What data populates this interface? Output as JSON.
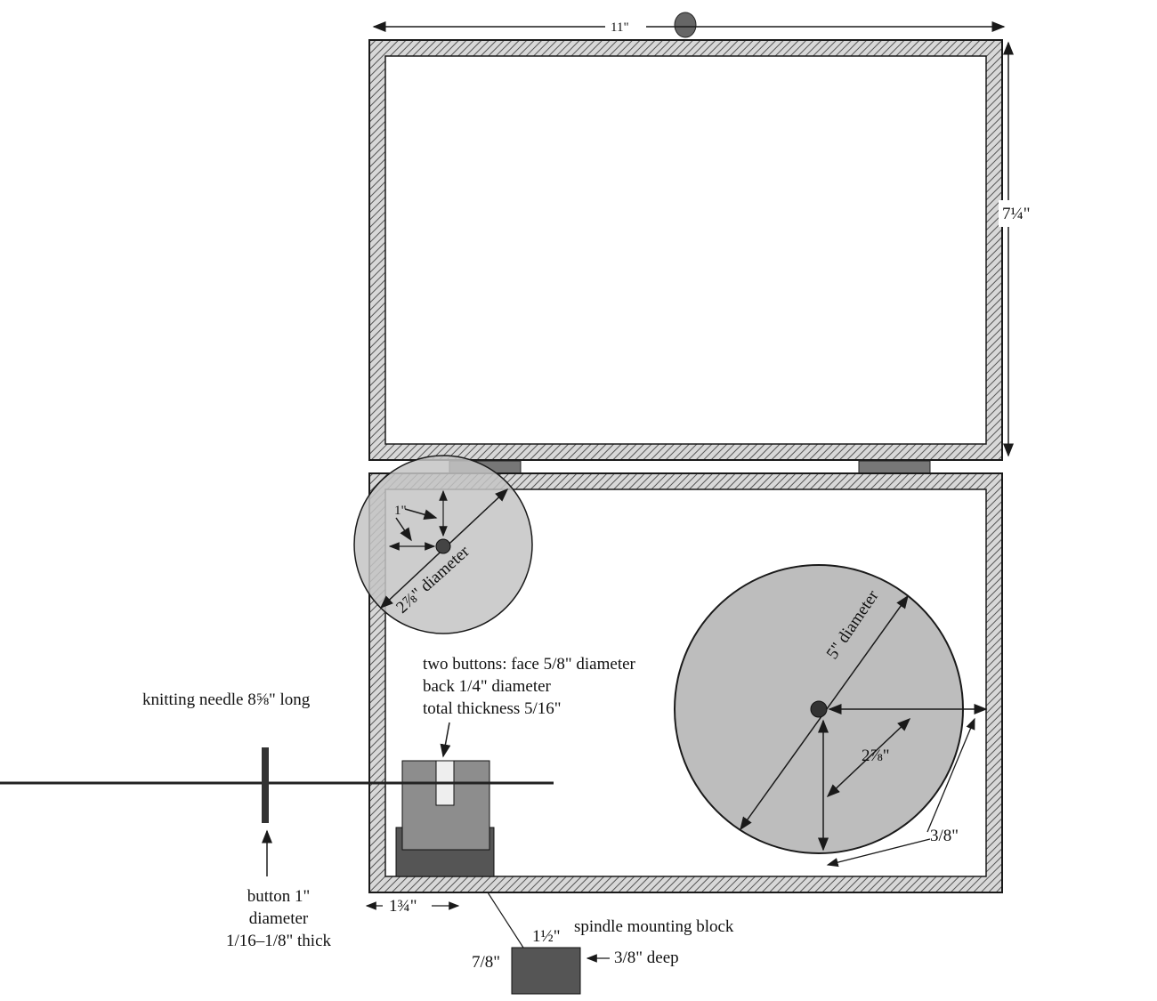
{
  "colors": {
    "ink": "#1a1a1a",
    "wood": "#8a8a8a",
    "disk": "#b9b9b9",
    "paper": "#ffffff"
  },
  "labels": {
    "width": "11\"",
    "height": "7¼\"",
    "offset": "1\"",
    "small_wheel": "2⅞\" diameter",
    "big_wheel": "5\" diameter",
    "radius": "2⅞\"",
    "clearance": "3/8\"",
    "buttons": [
      "two buttons: face 5/8\" diameter",
      "back 1/4\" diameter",
      "total thickness 5/16\""
    ],
    "needle": "knitting needle 8⅝\" long",
    "button": [
      "button 1\"",
      "diameter",
      "1/16–1/8\" thick"
    ],
    "block_offset": "1¾\"",
    "block_title": "spindle mounting block",
    "block_width": "1½\"",
    "block_height": "7/8\"",
    "block_depth": "3/8\" deep"
  }
}
